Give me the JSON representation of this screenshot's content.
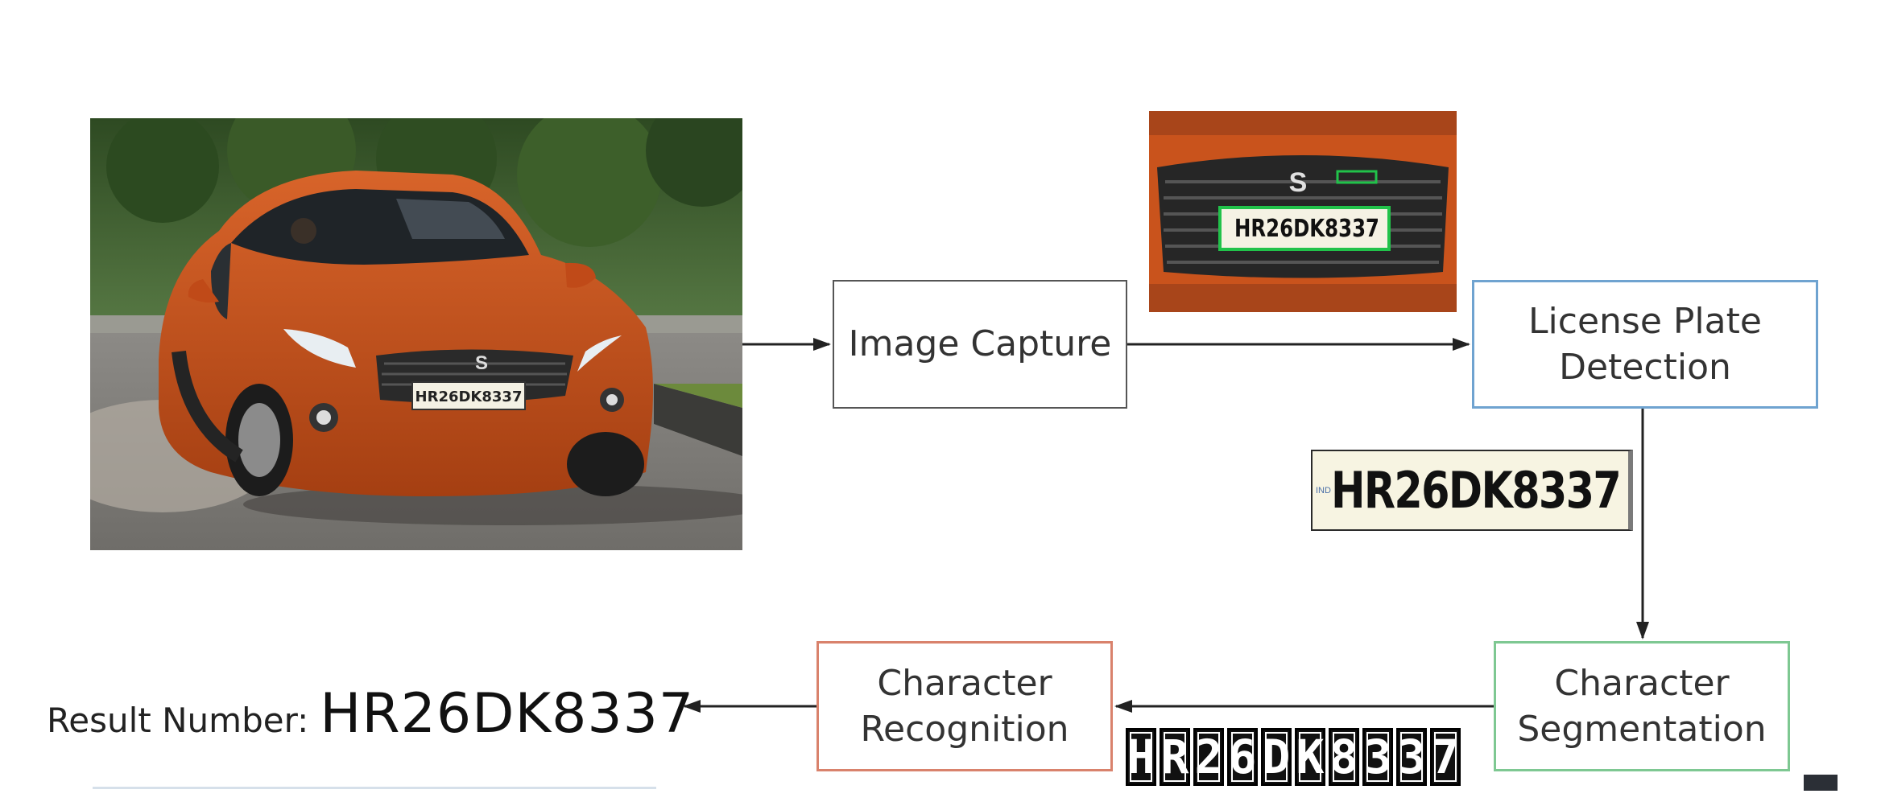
{
  "pipeline": {
    "image_capture": "Image Capture",
    "plate_detection": [
      "License Plate",
      "Detection"
    ],
    "char_segmentation": [
      "Character",
      "Segmentation"
    ],
    "char_recognition": [
      "Character",
      "Recognition"
    ]
  },
  "plates": {
    "car_plate": "HR26DK8337",
    "crop_plate": "HR26DK8337",
    "detected_plate": "HR26DK8337",
    "detected_plate_prefix": "IND"
  },
  "segmented_chars": [
    "H",
    "R",
    "2",
    "6",
    "D",
    "K",
    "8",
    "3",
    "3",
    "7"
  ],
  "result": {
    "label": "Result Number:",
    "value": "HR26DK8337"
  },
  "colors": {
    "image_capture_border": "#555555",
    "plate_detection_border": "#6fa3d0",
    "segmentation_border": "#7ec892",
    "recognition_border": "#d9826c",
    "car_body": "#c9541e"
  }
}
